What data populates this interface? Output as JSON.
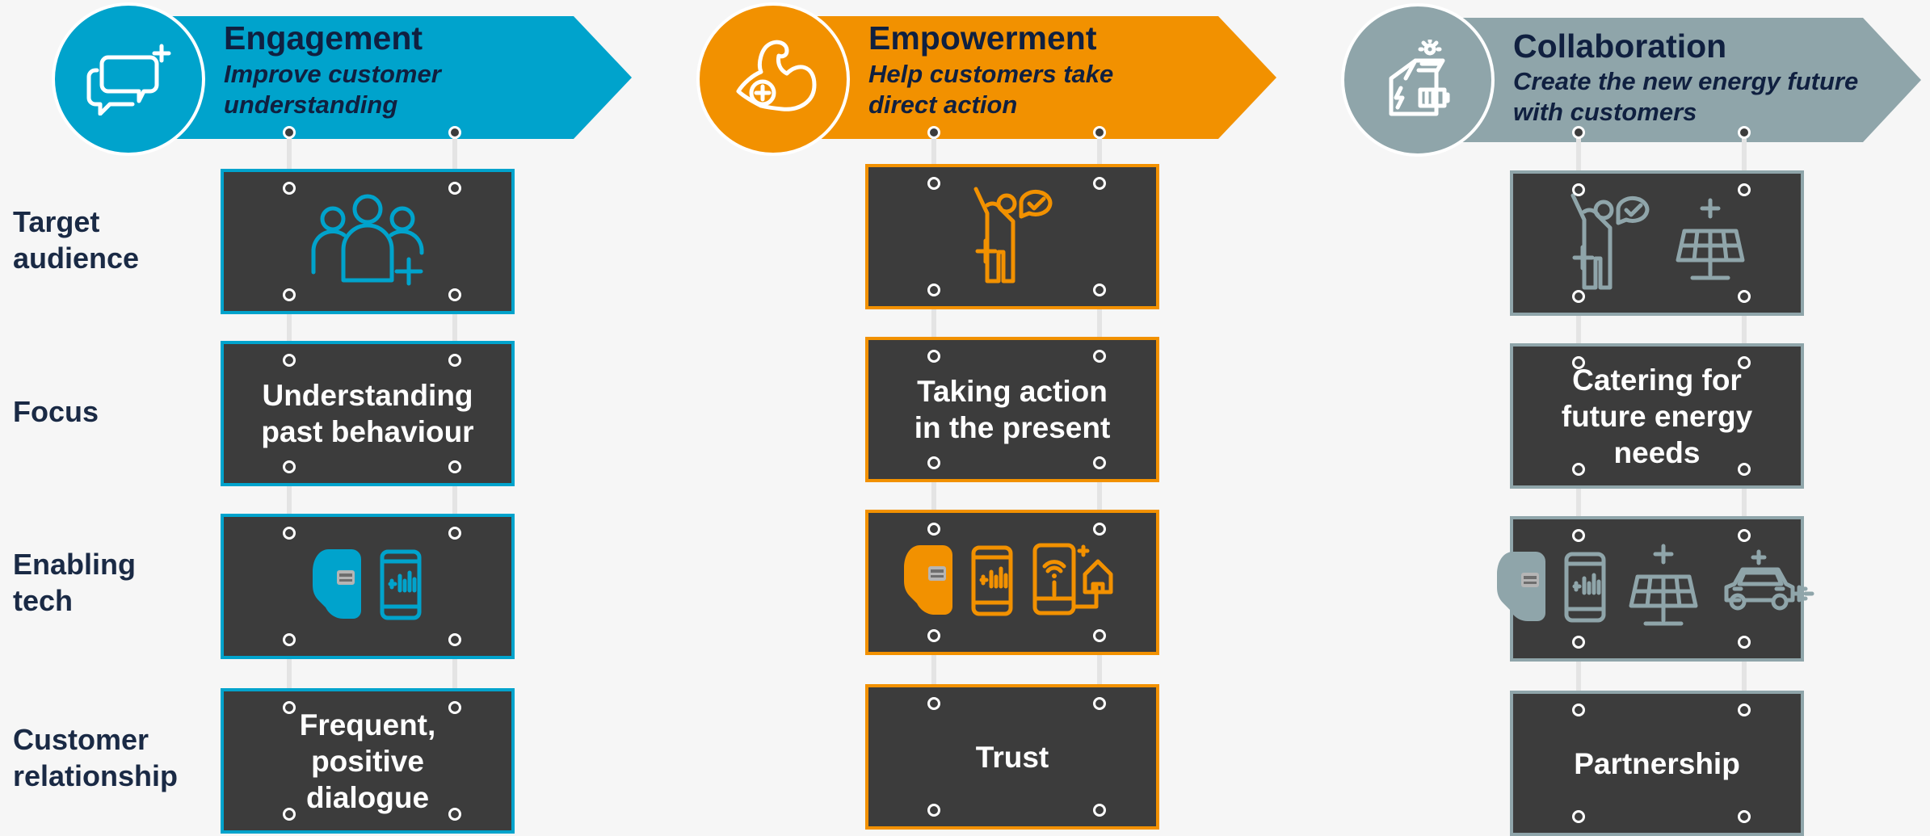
{
  "row_labels": [
    "Target\naudience",
    "Focus",
    "Enabling\ntech",
    "Customer\nrelationship"
  ],
  "columns": [
    {
      "title": "Engagement",
      "subtitle": "Improve customer\nunderstanding",
      "color": "#00a3cc",
      "banner_icon": "chat-plus-icon",
      "cards": [
        {
          "icons": [
            "people-plus-icon"
          ]
        },
        {
          "text": "Understanding\npast behaviour"
        },
        {
          "icons": [
            "smart-meter-icon",
            "phone-chart-icon"
          ]
        },
        {
          "text": "Frequent,\npositive\ndialogue"
        }
      ]
    },
    {
      "title": "Empowerment",
      "subtitle": "Help customers take\ndirect action",
      "color": "#f29100",
      "banner_icon": "flexed-arm-plus-icon",
      "cards": [
        {
          "icons": [
            "person-check-icon"
          ]
        },
        {
          "text": "Taking action\nin the present"
        },
        {
          "icons": [
            "smart-meter-icon",
            "phone-chart-icon",
            "phone-wifi-home-icon"
          ]
        },
        {
          "text": "Trust"
        }
      ]
    },
    {
      "title": "Collaboration",
      "subtitle": "Create the new energy future\nwith customers",
      "color": "#8fa5aa",
      "banner_icon": "solar-house-battery-icon",
      "cards": [
        {
          "icons": [
            "person-check-icon",
            "solar-panel-plus-icon"
          ]
        },
        {
          "text": "Catering for\nfuture energy\nneeds"
        },
        {
          "icons": [
            "smart-meter-icon",
            "phone-chart-icon",
            "solar-panel-plus-icon",
            "electric-car-plus-icon"
          ]
        },
        {
          "text": "Partnership"
        }
      ]
    }
  ]
}
